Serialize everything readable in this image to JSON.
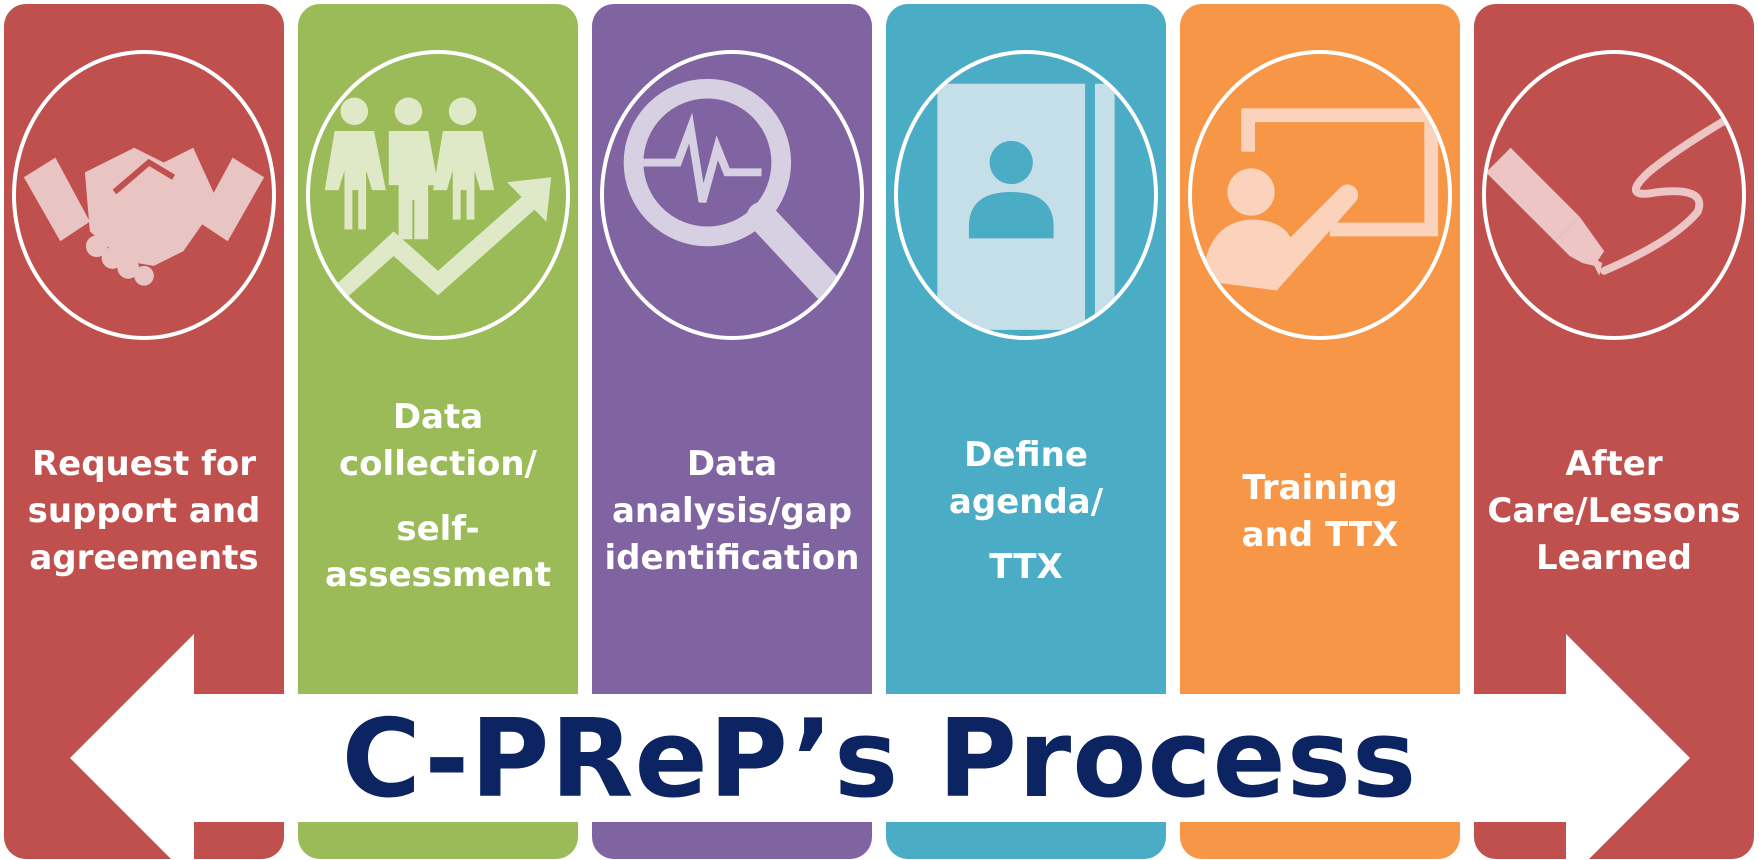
{
  "title": "C-PReP’s Process",
  "colors": {
    "red": "#c0504d",
    "green": "#9bbb59",
    "purple": "#8064a2",
    "blue": "#4bacc6",
    "orange": "#f79646",
    "navy": "#0c2461"
  },
  "steps": [
    {
      "icon": "handshake-icon",
      "color": "#c0504d",
      "lines": [
        "Request for",
        "support and",
        "agreements"
      ]
    },
    {
      "icon": "people-growth-icon",
      "color": "#9bbb59",
      "lines": [
        "Data",
        "collection/",
        "self-",
        "assessment"
      ]
    },
    {
      "icon": "magnifier-pulse-icon",
      "color": "#8064a2",
      "lines": [
        "Data",
        "analysis/gap",
        "identification"
      ]
    },
    {
      "icon": "contact-book-icon",
      "color": "#4bacc6",
      "lines": [
        "Define",
        "agenda/",
        "TTX"
      ]
    },
    {
      "icon": "presentation-board-icon",
      "color": "#f79646",
      "lines": [
        "Training",
        "and TTX"
      ]
    },
    {
      "icon": "pen-signature-icon",
      "color": "#c0504d",
      "lines": [
        "After",
        "Care/Lessons",
        "Learned"
      ]
    }
  ]
}
